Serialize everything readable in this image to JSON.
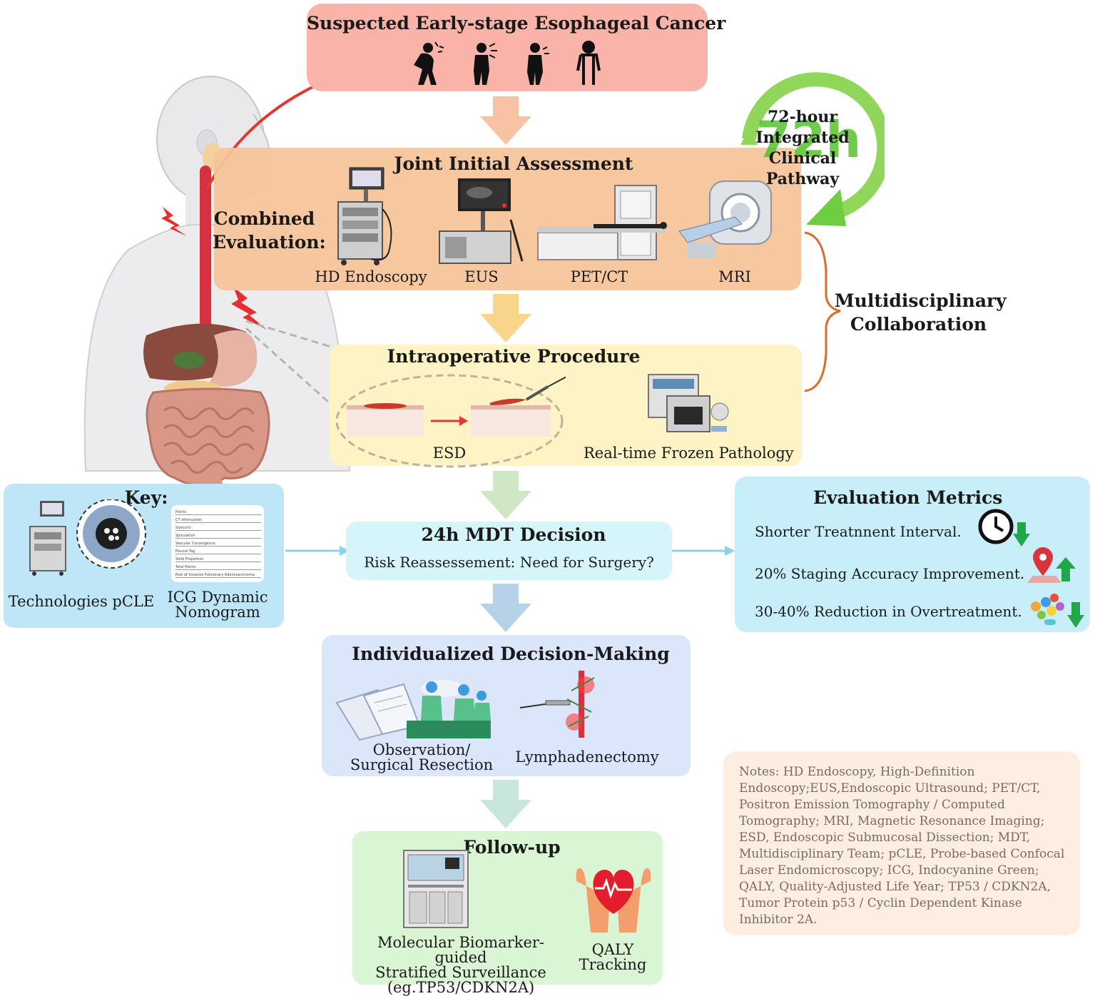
{
  "top": {
    "title": "Suspected Early-stage Esophageal Cancer",
    "icons": [
      "pain-person-icon",
      "coughing-person-icon",
      "throat-pain-person-icon",
      "thin-person-icon"
    ]
  },
  "joint": {
    "title": "Joint Initial Assessment",
    "combined_label": "Combined\nEvaluation:",
    "items": [
      "HD Endoscopy",
      "EUS",
      "PET/CT",
      "MRI"
    ]
  },
  "pathway": {
    "label": "72-hour\nIntegrated\nClinical\nPathway",
    "badge": "72h"
  },
  "multidisciplinary": "Multidisciplinary\nCollaboration",
  "intraop": {
    "title": "Intraoperative  Procedure",
    "esd_label": "ESD",
    "frozen_label": "Real-time Frozen Pathology"
  },
  "key": {
    "title": "Key:",
    "pcle_label": "Technologies pCLE",
    "icg_label": "ICG Dynamic\nNomogram",
    "nomogram_rows": [
      "Points",
      "CT attenuation",
      "Size(cm)",
      "Spiculation",
      "Vascular Convergence",
      "Pleural Tag",
      "Solid Proportion",
      "Total Points",
      "Risk of Invasive Pulmonary Adenocarcinoma"
    ]
  },
  "mdt": {
    "title": "24h  MDT  Decision",
    "subtitle": "Risk Reassessement: Need for Surgery?"
  },
  "metrics": {
    "title": "Evaluation Metrics",
    "items": [
      "Shorter Treatnnent Interval.",
      "20% Staging Accuracy Improvement.",
      "30-40% Reduction in Overtreatment."
    ]
  },
  "decision": {
    "title": "Individualized Decision-Making",
    "obs_label": "Observation/\nSurgical  Resection",
    "lymph_label": "Lymphadenectomy"
  },
  "followup": {
    "title": "Follow-up",
    "molecular_label": "Molecular Biomarker-guided\nStratified Surveillance\n(eg.TP53/CDKN2A)",
    "qaly_label": "QALY\nTracking"
  },
  "notes": "Notes: HD Endoscopy,  High-Definition Endoscopy;EUS,Endoscopic Ultrasound;  PET/CT,  Positron Emission Tomography / Computed Tomography;  MRI,  Magnetic Resonance Imaging;  ESD,  Endoscopic Submucosal Dissection;  MDT,  Multidisciplinary Team;  pCLE,  Probe-based Confocal Laser Endomicroscopy;  ICG,  Indocyanine Green;  QALY,  Quality-Adjusted Life Year;  TP53 / CDKN2A,  Tumor Protein p53 / Cyclin Dependent Kinase Inhibitor 2A.",
  "colors": {
    "top_box": "#f9b3a8",
    "joint_box": "#f7c49b",
    "intraop_box": "#fdf3c4",
    "key_box": "#bfe6f7",
    "mdt_box": "#d5f5fb",
    "metrics_box": "#c8eff9",
    "decision_box": "#dbe6fb",
    "followup_box": "#d9f5d4",
    "notes_box": "#fdeee2",
    "accent_red": "#e03a30",
    "accent_green": "#6fce3f",
    "brace_orange": "#e06a2a"
  }
}
